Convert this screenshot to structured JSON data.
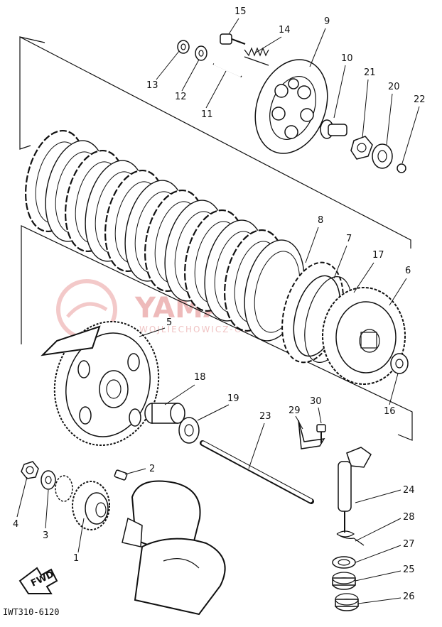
{
  "diagram": {
    "drawing_code": "IWT310-6120",
    "watermark": {
      "brand": "YAMAHA",
      "site": "WOJLIECHOWICZ-ONLINE.PL",
      "color": "#e9a4a4"
    },
    "direction_marker": "FWD",
    "part_numbers": [
      "1",
      "2",
      "3",
      "4",
      "5",
      "6",
      "7",
      "8",
      "9",
      "10",
      "11",
      "12",
      "13",
      "14",
      "15",
      "16",
      "17",
      "18",
      "19",
      "20",
      "21",
      "22",
      "23",
      "24",
      "25",
      "26",
      "27",
      "28",
      "29",
      "30"
    ]
  }
}
